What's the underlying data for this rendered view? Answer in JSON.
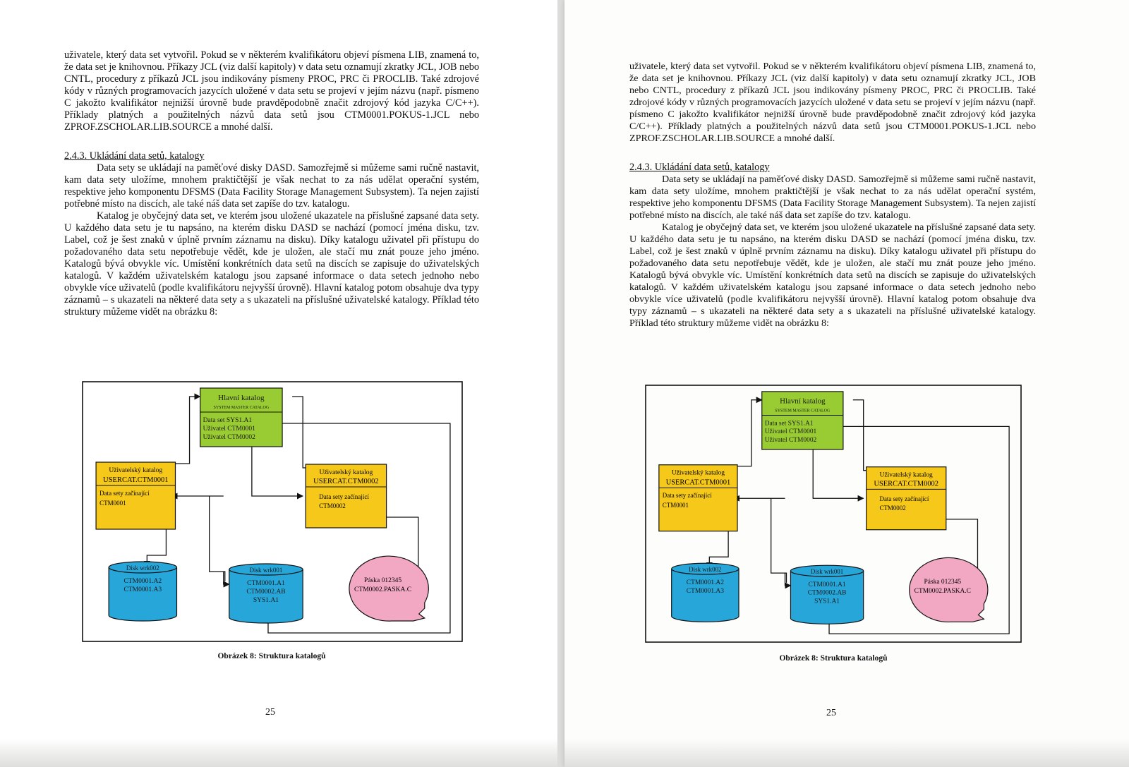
{
  "paragraph_1": "uživatele, který data set vytvořil. Pokud se v některém kvalifikátoru objeví písmena LIB, znamená to, že data set je knihovnou. Příkazy JCL (viz další kapitoly) v data setu oznamují zkratky JCL, JOB nebo CNTL, procedury z příkazů JCL jsou indikovány písmeny PROC, PRC či PROCLIB. Také zdrojové kódy v různých programovacích jazycích uložené v data setu se projeví v jejím názvu (např. písmeno C jakožto kvalifikátor nejnižší úrovně bude pravděpodobně značit zdrojový kód jazyka C/C++). Příklady platných a použitelných názvů data setů jsou CTM0001.POKUS-1.JCL nebo ZPROF.ZSCHOLAR.LIB.SOURCE a mnohé další.",
  "section_heading": "2.4.3. Ukládání data setů, katalogy",
  "paragraph_2": "Data sety se ukládají na paměťové disky DASD. Samozřejmě si můžeme sami ručně nastavit, kam data sety uložíme, mnohem praktičtější je však nechat to za nás udělat operační systém, respektive jeho komponentu DFSMS (Data Facility Storage Management Subsystem). Ta nejen zajistí potřebné místo na discích, ale také náš data set zapíše do tzv. katalogu.",
  "paragraph_3": "Katalog je obyčejný data set, ve kterém jsou uložené ukazatele na příslušné zapsané data sety. U každého data setu je tu napsáno, na kterém disku DASD se nachází (pomocí jména disku, tzv. Label, což je šest znaků v úplně prvním záznamu na disku). Díky katalogu uživatel při přístupu do požadovaného data setu nepotřebuje vědět, kde je uložen, ale stačí mu znát pouze jeho jméno. Katalogů bývá obvykle víc. Umístění konkrétních data setů na discích se zapisuje do uživatelských katalogů. V každém uživatelském katalogu jsou zapsané informace o data setech jednoho nebo obvykle více uživatelů (podle kvalifikátoru nejvyšší úrovně). Hlavní katalog potom obsahuje dva typy záznamů – s ukazateli na některé data sety a s ukazateli na příslušné uživatelské katalogy. Příklad této struktury můžeme vidět na obrázku 8:",
  "figure": {
    "master_title": "Hlavní katalog",
    "master_subtitle": "SYSTEM MASTER CATALOG",
    "master_entries": [
      "Data set SYS1.A1",
      "Uživatel CTM0001",
      "Uživatel CTM0002"
    ],
    "user1_title_1": "Uživatelský katalog",
    "user1_title_2": "USERCAT.CTM0001",
    "user1_entry_1": "Data sety začínající",
    "user1_entry_2": "CTM0001",
    "user2_title_1": "Uživatelský katalog",
    "user2_title_2": "USERCAT.CTM0002",
    "user2_entry_1": "Data sety začínající",
    "user2_entry_2": "CTM0002",
    "disk1_label": "Disk wrk002",
    "disk1_entries": [
      "CTM0001.A2",
      "CTM0001.A3"
    ],
    "disk2_label": "Disk wrk001",
    "disk2_entries": [
      "CTM0001.A1",
      "CTM0002.AB",
      "SYS1.A1"
    ],
    "tape_label": "Páska 012345",
    "tape_entry": "CTM0002.PASKA.C",
    "colors": {
      "master": "#99cc33",
      "user": "#f5c81a",
      "disk": "#27a6d9",
      "tape": "#f2a7c3"
    }
  },
  "caption": "Obrázek 8: Struktura katalogů",
  "page_number": "25"
}
